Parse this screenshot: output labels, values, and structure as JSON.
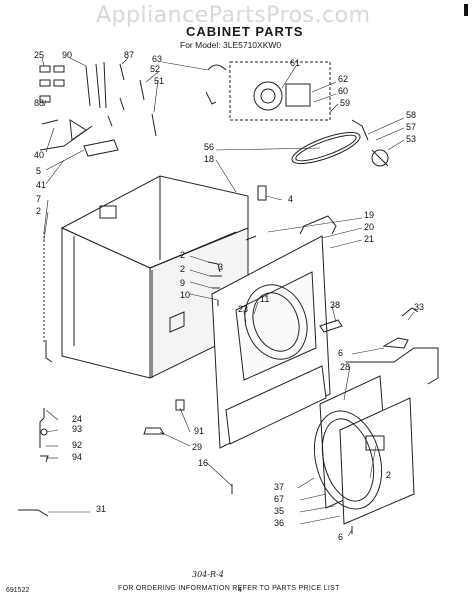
{
  "watermark": "AppliancePartsPros.com",
  "title": "CABINET PARTS",
  "model_line": "For Model: 3LE5710XKW0",
  "footer_text": "FOR ORDERING INFORMATION REFER TO PARTS PRICE LIST",
  "page_code": "691522",
  "page_number": "4",
  "handwritten_note": "304-R-4",
  "callouts": [
    "25",
    "90",
    "87",
    "63",
    "52",
    "51",
    "61",
    "62",
    "60",
    "59",
    "58",
    "57",
    "53",
    "88",
    "40",
    "5",
    "41",
    "7",
    "2",
    "56",
    "18",
    "4",
    "2",
    "19",
    "20",
    "21",
    "2",
    "9",
    "10",
    "11",
    "23",
    "38",
    "33",
    "6",
    "28",
    "24",
    "93",
    "92",
    "94",
    "91",
    "29",
    "16",
    "2",
    "37",
    "67",
    "35",
    "36",
    "6",
    "31",
    "3"
  ]
}
